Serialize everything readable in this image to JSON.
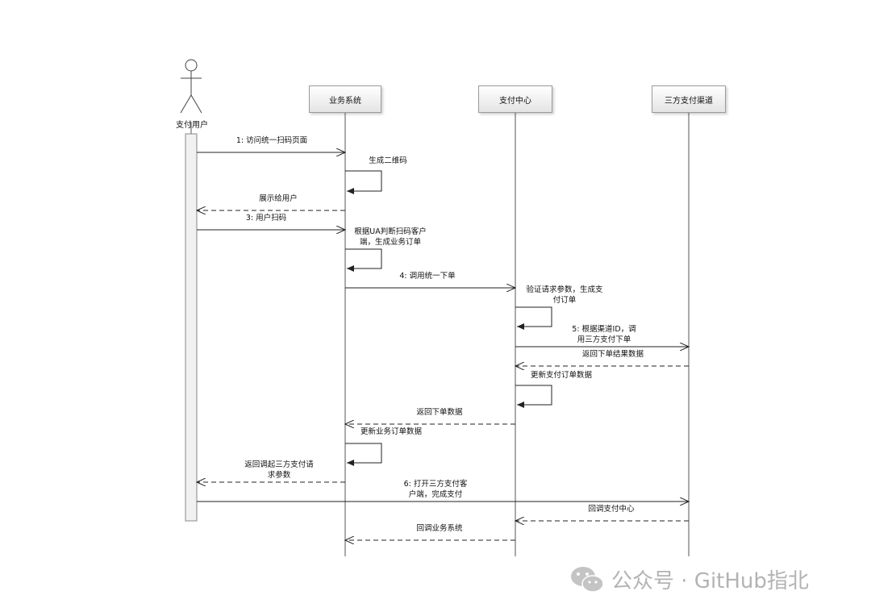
{
  "diagram": {
    "actor": {
      "label": "支付用户"
    },
    "participants": [
      {
        "id": "biz",
        "label": "业务系统"
      },
      {
        "id": "pay",
        "label": "支付中心"
      },
      {
        "id": "third",
        "label": "三方支付渠道"
      }
    ],
    "messages": [
      {
        "name": "msg-1",
        "label": "1: 访问统一扫码页面"
      },
      {
        "name": "msg-self-qrcode",
        "label": "生成二维码"
      },
      {
        "name": "msg-show-user",
        "label": "展示给用户"
      },
      {
        "name": "msg-3",
        "label": "3: 用户扫码"
      },
      {
        "name": "msg-self-ua",
        "label": "根据UA判断扫码客户\n端，生成业务订单"
      },
      {
        "name": "msg-4",
        "label": "4: 调用统一下单"
      },
      {
        "name": "msg-self-verify",
        "label": "验证请求参数，生成支\n付订单"
      },
      {
        "name": "msg-5",
        "label": "5: 根据渠道ID，调\n用三方支付下单"
      },
      {
        "name": "msg-return-result",
        "label": "返回下单结果数据"
      },
      {
        "name": "msg-self-update-pay",
        "label": "更新支付订单数据"
      },
      {
        "name": "msg-return-order",
        "label": "返回下单数据"
      },
      {
        "name": "msg-self-update-biz",
        "label": "更新业务订单数据"
      },
      {
        "name": "msg-return-params",
        "label": "返回调起三方支付请\n求参数"
      },
      {
        "name": "msg-6",
        "label": "6: 打开三方支付客\n户端，完成支付"
      },
      {
        "name": "msg-callback-pay",
        "label": "回调支付中心"
      },
      {
        "name": "msg-callback-biz",
        "label": "回调业务系统"
      }
    ]
  },
  "watermark": {
    "text": "公众号 · GitHub指北",
    "icon": "wechat-icon"
  }
}
